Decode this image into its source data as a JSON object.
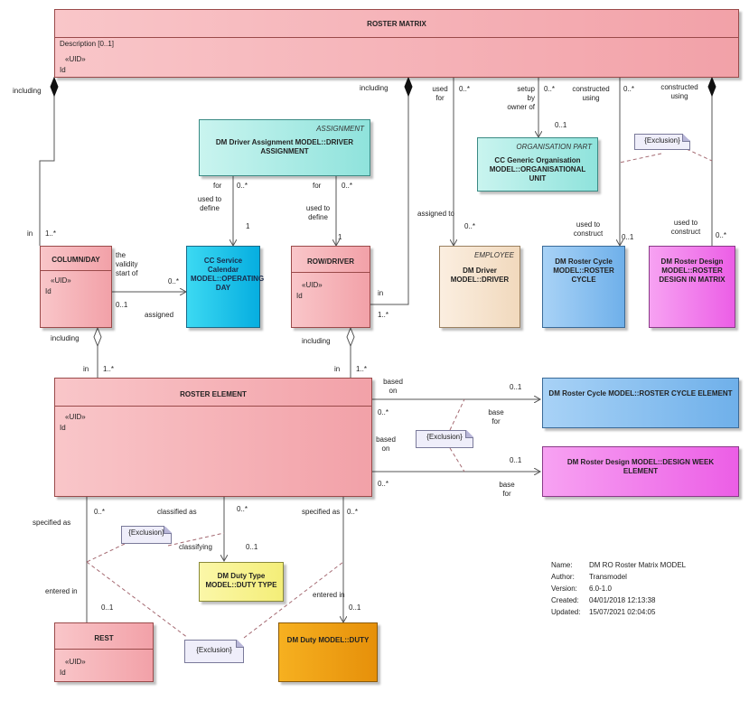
{
  "boxes": {
    "roster_matrix": {
      "title": "ROSTER MATRIX",
      "attr1": "Description [0..1]",
      "attr2": "«UID»",
      "attr3": "Id"
    },
    "driver_assignment": {
      "stereotype": "ASSIGNMENT",
      "title": "DM Driver Assignment MODEL::DRIVER ASSIGNMENT"
    },
    "organisation": {
      "stereotype": "ORGANISATION PART",
      "title": "CC Generic Organisation MODEL::ORGANISATIONAL UNIT"
    },
    "column_day": {
      "title": "COLUMN/DAY",
      "attr1": "«UID»",
      "attr2": "Id"
    },
    "operating_day": {
      "title": "CC Service Calendar MODEL::OPERATING DAY"
    },
    "row_driver": {
      "title": "ROW/DRIVER",
      "attr1": "«UID»",
      "attr2": "Id"
    },
    "driver": {
      "stereotype": "EMPLOYEE",
      "title": "DM Driver MODEL::DRIVER"
    },
    "roster_cycle": {
      "title": "DM Roster Cycle MODEL::ROSTER CYCLE"
    },
    "roster_design": {
      "title": "DM Roster Design MODEL::ROSTER DESIGN IN MATRIX"
    },
    "roster_element": {
      "title": "ROSTER ELEMENT",
      "attr1": "«UID»",
      "attr2": "Id"
    },
    "roster_cycle_element": {
      "title": "DM Roster Cycle MODEL::ROSTER CYCLE ELEMENT"
    },
    "design_week_element": {
      "title": "DM Roster Design MODEL::DESIGN WEEK ELEMENT"
    },
    "duty_type": {
      "title": "DM Duty Type MODEL::DUTY TYPE"
    },
    "rest": {
      "title": "REST",
      "attr1": "«UID»",
      "attr2": "Id"
    },
    "duty": {
      "title": "DM Duty MODEL::DUTY"
    }
  },
  "notes": {
    "exclusion_top": "{Exclusion}",
    "exclusion_mid": "{Exclusion}",
    "exclusion_left": "{Exclusion}",
    "exclusion_bottom": "{Exclusion}"
  },
  "labels": {
    "including_1": "including",
    "in_1": "in",
    "mult_1": "1..*",
    "including_2": "including",
    "in_2": "in",
    "mult_2": "1..*",
    "used_for": "used\nfor",
    "mult_used_for": "0..*",
    "assigned_to": "assigned to",
    "mult_assigned_to": "0..*",
    "setup_by": "setup\nby\nowner of",
    "mult_setup": "0..*",
    "mult_org": "0..1",
    "constructed_using_1": "constructed\nusing",
    "mult_cu1": "0..*",
    "used_to_construct_1": "used to\nconstruct",
    "mult_cycle": "0..1",
    "constructed_using_2": "constructed\nusing",
    "used_to_construct_2": "used to\nconstruct",
    "mult_design": "0..*",
    "for_1": "for",
    "used_to_define_1": "used to\ndefine",
    "mult_da1": "0..*",
    "mult_od": "1",
    "for_2": "for",
    "used_to_define_2": "used to\ndefine",
    "mult_da2": "0..*",
    "mult_rd": "1",
    "validity_start": "the\nvalidity\nstart of",
    "mult_od_many": "0..*",
    "mult_cd": "0..1",
    "assigned": "assigned",
    "including_3": "including",
    "in_3": "in",
    "mult_3": "1..*",
    "including_4": "including",
    "in_4": "in",
    "mult_4": "1..*",
    "based_on_1": "based\non",
    "mult_rce": "0..1",
    "mult_re1": "0..*",
    "base_for_1": "base\nfor",
    "based_on_2": "based\non",
    "mult_dwe": "0..1",
    "mult_re2": "0..*",
    "base_for_2": "base\nfor",
    "specified_as_1": "specified as",
    "mult_sa1": "0..*",
    "entered_in_1": "entered in",
    "mult_ei1": "0..1",
    "classified_as": "classified as",
    "mult_ca": "0..*",
    "classifying": "classifying",
    "mult_cl": "0..1",
    "specified_as_2": "specified as",
    "mult_sa2": "0..*",
    "entered_in_2": "entered in",
    "mult_ei2": "0..1"
  },
  "meta": {
    "name_label": "Name:",
    "name": "DM RO Roster Matrix MODEL",
    "author_label": "Author:",
    "author": "Transmodel",
    "version_label": "Version:",
    "version": "6.0-1.0",
    "created_label": "Created:",
    "created": "04/01/2018 12:13:38",
    "updated_label": "Updated:",
    "updated": "15/07/2021 02:04:05"
  }
}
